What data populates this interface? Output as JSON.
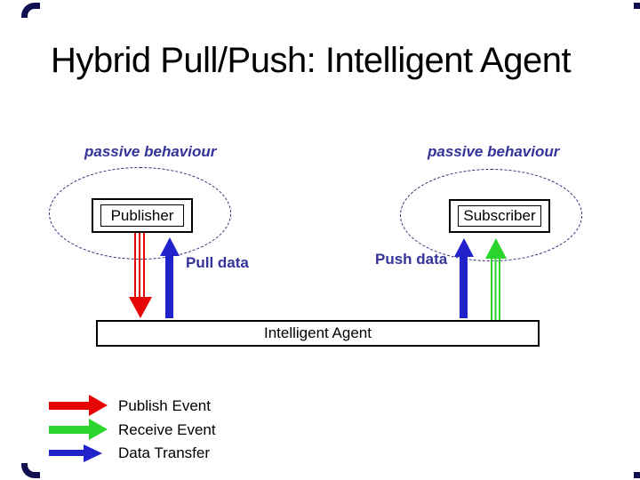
{
  "title": "Hybrid Pull/Push: Intelligent Agent",
  "publisher": {
    "passive_label": "passive behaviour",
    "label": "Publisher",
    "pull_label": "Pull data"
  },
  "subscriber": {
    "passive_label": "passive behaviour",
    "label": "Subscriber",
    "push_label": "Push data"
  },
  "agent": {
    "label": "Intelligent Agent"
  },
  "legend": {
    "items": [
      {
        "label": "Publish Event",
        "color": "#e60505",
        "arrow_style": "thick-right"
      },
      {
        "label": "Receive Event",
        "color": "#2bd52b",
        "arrow_style": "thick-right"
      },
      {
        "label": "Data Transfer",
        "color": "#2222cc",
        "arrow_style": "thin-right"
      }
    ]
  },
  "colors": {
    "navy_text": "#333399",
    "publish_red": "#e60505",
    "receive_green": "#2bd52b",
    "transfer_blue": "#2222cc",
    "ellipse_dash": "#28286e",
    "corner_mark": "#101050"
  }
}
